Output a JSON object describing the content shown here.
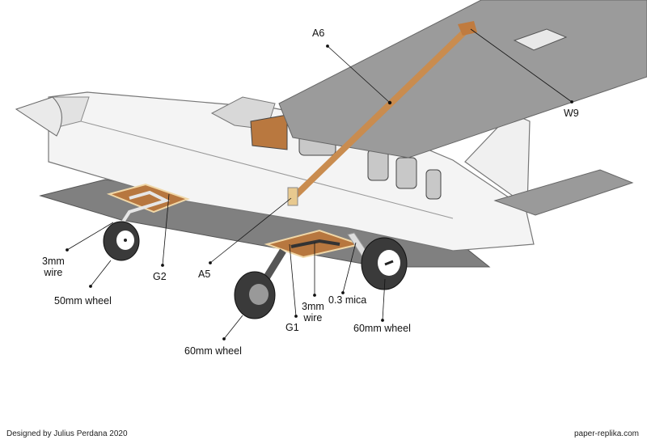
{
  "labels": {
    "a6": "A6",
    "w9": "W9",
    "wire_front_line1": "3mm",
    "wire_front_line2": "wire",
    "wheel_front": "50mm wheel",
    "g2": "G2",
    "a5": "A5",
    "wheel_main_left": "60mm wheel",
    "g1": "G1",
    "wire_main_line1": "3mm",
    "wire_main_line2": "wire",
    "mica": "0.3 mica",
    "wheel_main_right": "60mm wheel"
  },
  "footer": {
    "credit": "Designed by Julius Perdana 2020",
    "website": "paper-replika.com"
  },
  "colors": {
    "wing": "#9b9b9b",
    "underside": "#7d7d7d",
    "fuselage": "#f4f4f4",
    "strut": "#c98c4f",
    "plate": "#b7773f",
    "tire": "#3a3a3a"
  }
}
